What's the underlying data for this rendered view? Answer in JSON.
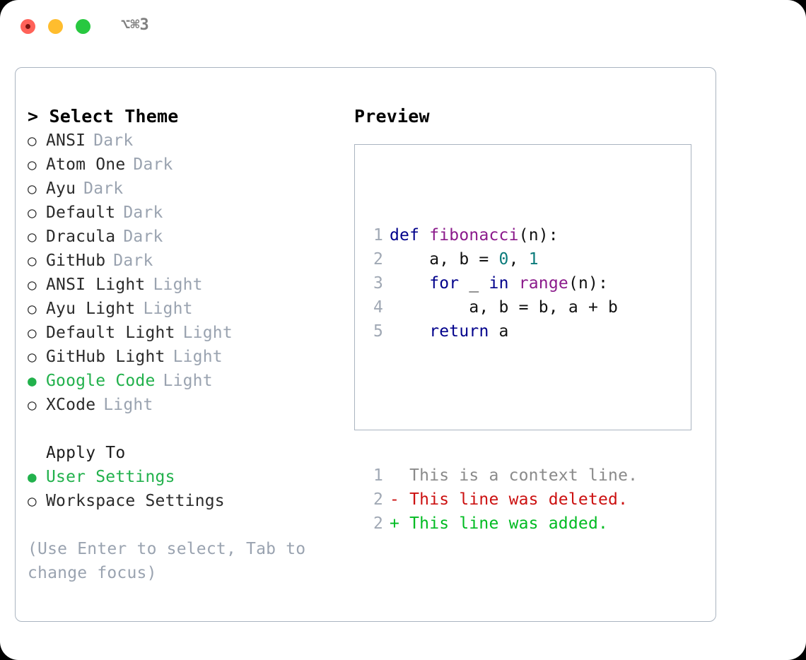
{
  "window": {
    "shortcut": "⌥⌘3",
    "traffic_lights": [
      "close",
      "minimize",
      "maximize"
    ],
    "accent_green": "#22b14c",
    "border_color": "#aab4c0",
    "muted_color": "#9aa3b0"
  },
  "theme_panel": {
    "header": "> Select Theme",
    "items": [
      {
        "bullet": "○",
        "name": "ANSI",
        "category": "Dark",
        "selected": false
      },
      {
        "bullet": "○",
        "name": "Atom One",
        "category": "Dark",
        "selected": false
      },
      {
        "bullet": "○",
        "name": "Ayu",
        "category": "Dark",
        "selected": false
      },
      {
        "bullet": "○",
        "name": "Default",
        "category": "Dark",
        "selected": false
      },
      {
        "bullet": "○",
        "name": "Dracula",
        "category": "Dark",
        "selected": false
      },
      {
        "bullet": "○",
        "name": "GitHub",
        "category": "Dark",
        "selected": false
      },
      {
        "bullet": "○",
        "name": "ANSI Light",
        "category": "Light",
        "selected": false
      },
      {
        "bullet": "○",
        "name": "Ayu Light",
        "category": "Light",
        "selected": false
      },
      {
        "bullet": "○",
        "name": "Default Light",
        "category": "Light",
        "selected": false
      },
      {
        "bullet": "○",
        "name": "GitHub Light",
        "category": "Light",
        "selected": false
      },
      {
        "bullet": "●",
        "name": "Google Code",
        "category": "Light",
        "selected": true
      },
      {
        "bullet": "○",
        "name": "XCode",
        "category": "Light",
        "selected": false
      }
    ]
  },
  "apply_to": {
    "header": "Apply To",
    "items": [
      {
        "bullet": "●",
        "name": "User Settings",
        "selected": true
      },
      {
        "bullet": "○",
        "name": "Workspace Settings",
        "selected": false
      }
    ]
  },
  "hint": "(Use Enter to select, Tab to change focus)",
  "preview": {
    "header": "Preview",
    "code_lines": [
      {
        "number": "1",
        "tokens": [
          {
            "text": "def ",
            "type": "kw"
          },
          {
            "text": "fibonacci",
            "type": "fn"
          },
          {
            "text": "(n):",
            "type": "pl"
          }
        ]
      },
      {
        "number": "2",
        "tokens": [
          {
            "text": "    a, b = ",
            "type": "pl"
          },
          {
            "text": "0",
            "type": "num"
          },
          {
            "text": ", ",
            "type": "pl"
          },
          {
            "text": "1",
            "type": "num"
          }
        ]
      },
      {
        "number": "3",
        "tokens": [
          {
            "text": "    ",
            "type": "pl"
          },
          {
            "text": "for",
            "type": "kw"
          },
          {
            "text": " _ ",
            "type": "pl"
          },
          {
            "text": "in",
            "type": "kw"
          },
          {
            "text": " ",
            "type": "pl"
          },
          {
            "text": "range",
            "type": "fn"
          },
          {
            "text": "(n):",
            "type": "pl"
          }
        ]
      },
      {
        "number": "4",
        "tokens": [
          {
            "text": "        a, b = b, a + b",
            "type": "pl"
          }
        ]
      },
      {
        "number": "5",
        "tokens": [
          {
            "text": "    ",
            "type": "pl"
          },
          {
            "text": "return",
            "type": "kw"
          },
          {
            "text": " a",
            "type": "pl"
          }
        ]
      }
    ],
    "diff_lines": [
      {
        "number": "1",
        "text": "  This is a context line.",
        "type": "ctx"
      },
      {
        "number": "2",
        "text": "- This line was deleted.",
        "type": "del"
      },
      {
        "number": "2",
        "text": "+ This line was added.",
        "type": "add"
      }
    ]
  }
}
